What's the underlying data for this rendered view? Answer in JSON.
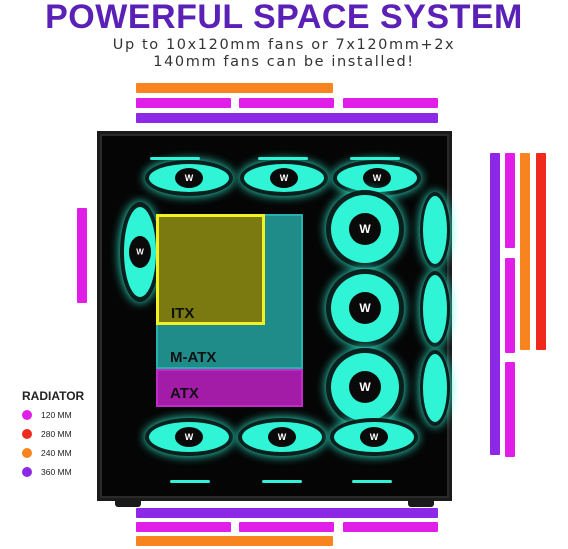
{
  "header": {
    "title": "POWERFUL SPACE SYSTEM",
    "subtitle_line1": "Up to 10x120mm fans or 7x120mm+2x",
    "subtitle_line2": "140mm fans can be installed!"
  },
  "boards": {
    "itx": "ITX",
    "matx": "M-ATX",
    "atx": "ATX"
  },
  "legend": {
    "title": "RADIATOR",
    "items": [
      {
        "label": "120 MM",
        "color": "#e11ee8"
      },
      {
        "label": "280 MM",
        "color": "#ef2a1c"
      },
      {
        "label": "240 MM",
        "color": "#f7841e"
      },
      {
        "label": "360 MM",
        "color": "#8d28e6"
      }
    ]
  },
  "colors": {
    "title": "#5b21b6",
    "magenta": "#e11ee8",
    "orange": "#f7841e",
    "purple": "#8d28e6",
    "red": "#ef2a1c",
    "fan_glow": "#2ff5d6"
  },
  "fan_logo": "W"
}
